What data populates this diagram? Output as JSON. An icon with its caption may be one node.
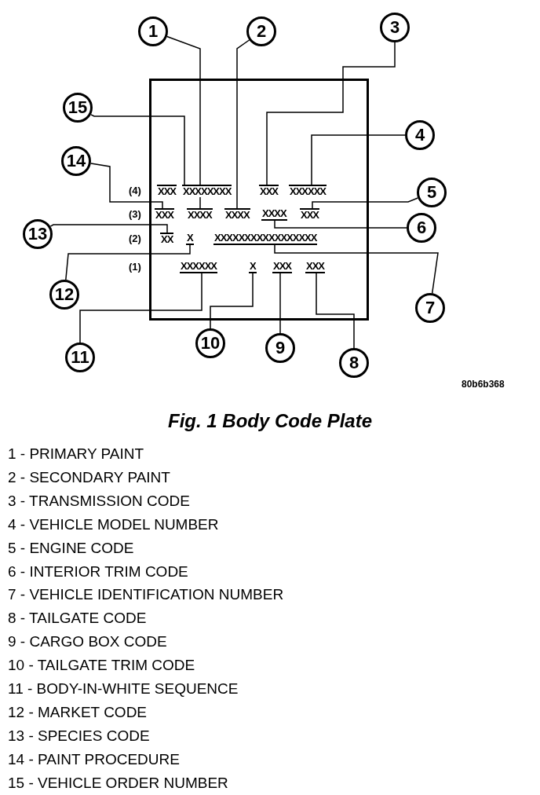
{
  "diagram": {
    "caption": "Fig. 1 Body Code Plate",
    "nodes": [
      {
        "text": [],
        "shape": "box"
      },
      {
        "text": [
          "XXX"
        ],
        "in": 0
      },
      {
        "text": [
          "XXXXXXXX"
        ],
        "in": 0
      },
      {
        "text": [
          "XXX"
        ],
        "in": 0
      },
      {
        "text": [
          "XXXXXX"
        ],
        "in": 0
      },
      {
        "text": [
          "XXX"
        ],
        "in": 0
      },
      {
        "text": [
          "XXXX"
        ],
        "in": 0
      },
      {
        "text": [
          "XXXX"
        ],
        "in": 0
      },
      {
        "text": [
          "XXXX"
        ],
        "in": 0
      },
      {
        "text": [
          "XXX"
        ],
        "in": 0
      },
      {
        "text": [
          "XX"
        ],
        "in": 0
      },
      {
        "text": [
          "X"
        ],
        "in": 0
      },
      {
        "text": [
          "XXXXXXXXXXXXXXXXX"
        ],
        "in": 0
      },
      {
        "text": [
          "XXXXXX"
        ],
        "in": 0
      },
      {
        "text": [
          "X"
        ],
        "in": 0
      },
      {
        "text": [
          "XXX"
        ],
        "in": 0
      },
      {
        "text": [
          "XXX"
        ],
        "in": 0
      },
      {
        "text": [
          "1"
        ]
      },
      {
        "text": [
          "2"
        ]
      },
      {
        "text": [
          "3"
        ]
      },
      {
        "text": [
          "4"
        ]
      },
      {
        "text": [
          "5"
        ]
      },
      {
        "text": [
          "6"
        ]
      },
      {
        "text": [
          "7"
        ]
      },
      {
        "text": [
          "8"
        ]
      },
      {
        "text": [
          "9"
        ]
      },
      {
        "text": [
          "10"
        ]
      },
      {
        "text": [
          "11"
        ]
      },
      {
        "text": [
          "12"
        ]
      },
      {
        "text": [
          "13"
        ]
      },
      {
        "text": [
          "14"
        ]
      },
      {
        "text": [
          "15"
        ]
      }
    ],
    "edges": [
      {
        "from": 17,
        "to": 6,
        "arrow": "none"
      },
      {
        "from": 18,
        "to": 7,
        "arrow": "none"
      },
      {
        "from": 19,
        "to": 3,
        "arrow": "none"
      },
      {
        "from": 20,
        "to": 4,
        "arrow": "none"
      },
      {
        "from": 21,
        "to": 9,
        "arrow": "none"
      },
      {
        "from": 22,
        "to": 8,
        "arrow": "none"
      },
      {
        "from": 23,
        "to": 12,
        "arrow": "none"
      },
      {
        "from": 24,
        "to": 16,
        "arrow": "none"
      },
      {
        "from": 25,
        "to": 15,
        "arrow": "none"
      },
      {
        "from": 26,
        "to": 14,
        "arrow": "none"
      },
      {
        "from": 27,
        "to": 13,
        "arrow": "none"
      },
      {
        "from": 28,
        "to": 11,
        "arrow": "none"
      },
      {
        "from": 29,
        "to": 10,
        "arrow": "none"
      },
      {
        "from": 30,
        "to": 5,
        "arrow": "none"
      },
      {
        "from": 31,
        "to": 2,
        "arrow": "none"
      }
    ],
    "labels": [
      "(4)",
      "(3)",
      "(2)",
      "(1)",
      "80b6b368",
      "1 - PRIMARY PAINT",
      "2 - SECONDARY PAINT",
      "3 - TRANSMISSION CODE",
      "4 - VEHICLE MODEL NUMBER",
      "5 - ENGINE CODE",
      "6 - INTERIOR TRIM CODE",
      "7 - VEHICLE IDENTIFICATION NUMBER",
      "8 - TAILGATE CODE",
      "9 - CARGO BOX CODE",
      "10 - TAILGATE TRIM CODE",
      "11 - BODY-IN-WHITE SEQUENCE",
      "12 - MARKET CODE",
      "13 - SPECIES CODE",
      "14 - PAINT PROCEDURE",
      "15 - VEHICLE ORDER NUMBER"
    ]
  }
}
